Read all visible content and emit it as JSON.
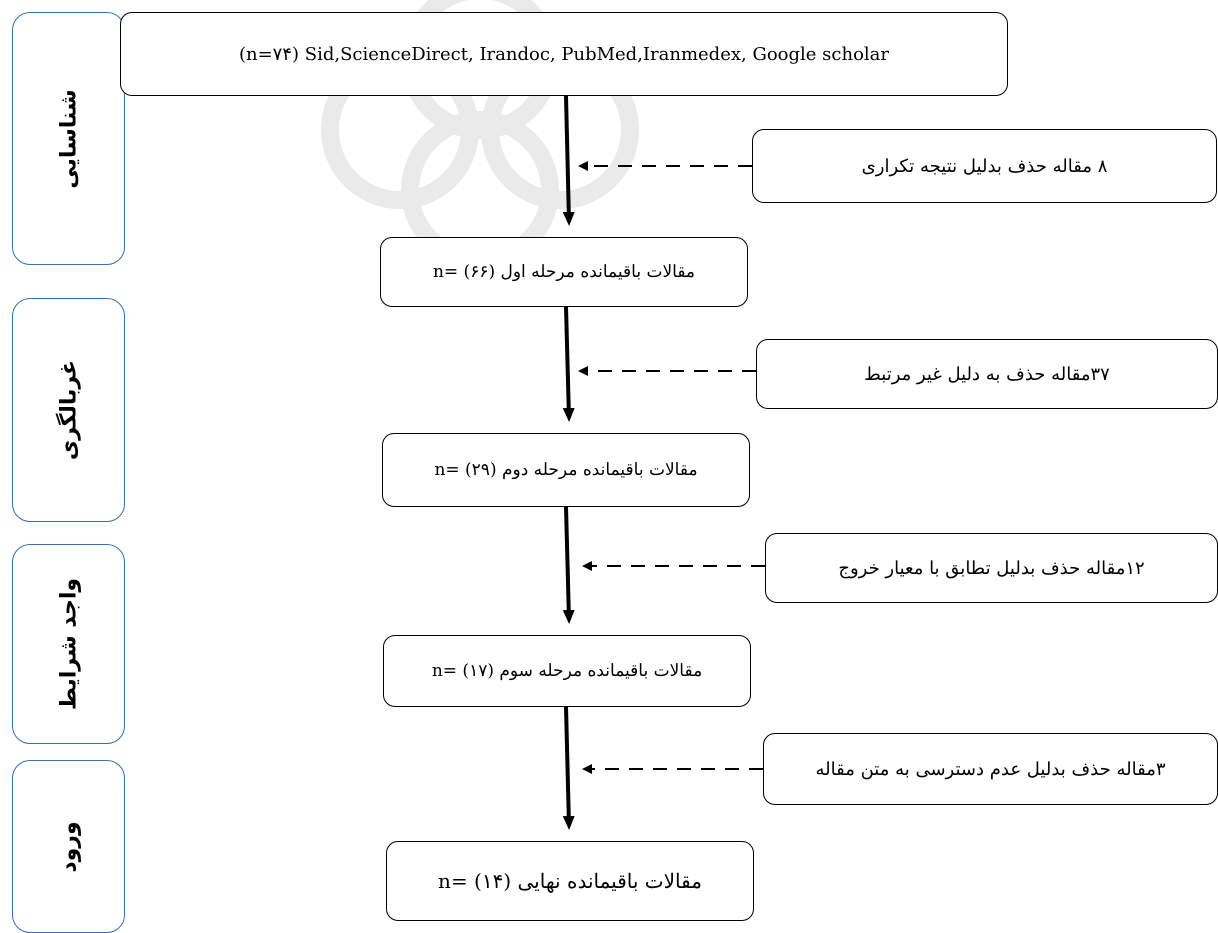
{
  "sections": [
    {
      "label": "شناسایی"
    },
    {
      "label": "غربالگری"
    },
    {
      "label": "واجد شرایط"
    },
    {
      "label": "ورود"
    }
  ],
  "flow": {
    "sources": "(n=۷۴) Sid,ScienceDirect, Irandoc, PubMed,Iranmedex, Google scholar",
    "stage1": "مقالات باقیمانده مرحله اول (۶۶) =n",
    "stage2": "مقالات باقیمانده مرحله دوم (۲۹) =n",
    "stage3": "مقالات باقیمانده مرحله سوم (۱۷) =n",
    "final": "مقالات باقیمانده نهایی (۱۴) =n"
  },
  "exclusions": [
    {
      "text": "۸ مقاله حذف بدلیل نتیجه تکراری"
    },
    {
      "text": "۳۷مقاله حذف به دلیل غیر مرتبط"
    },
    {
      "text": "۱۲مقاله حذف بدلیل تطابق با معیار خروج"
    },
    {
      "text": "۳مقاله حذف بدلیل عدم دسترسی به متن مقاله"
    }
  ],
  "colors": {
    "side_border": "#3a6fb0",
    "line": "#000000"
  }
}
